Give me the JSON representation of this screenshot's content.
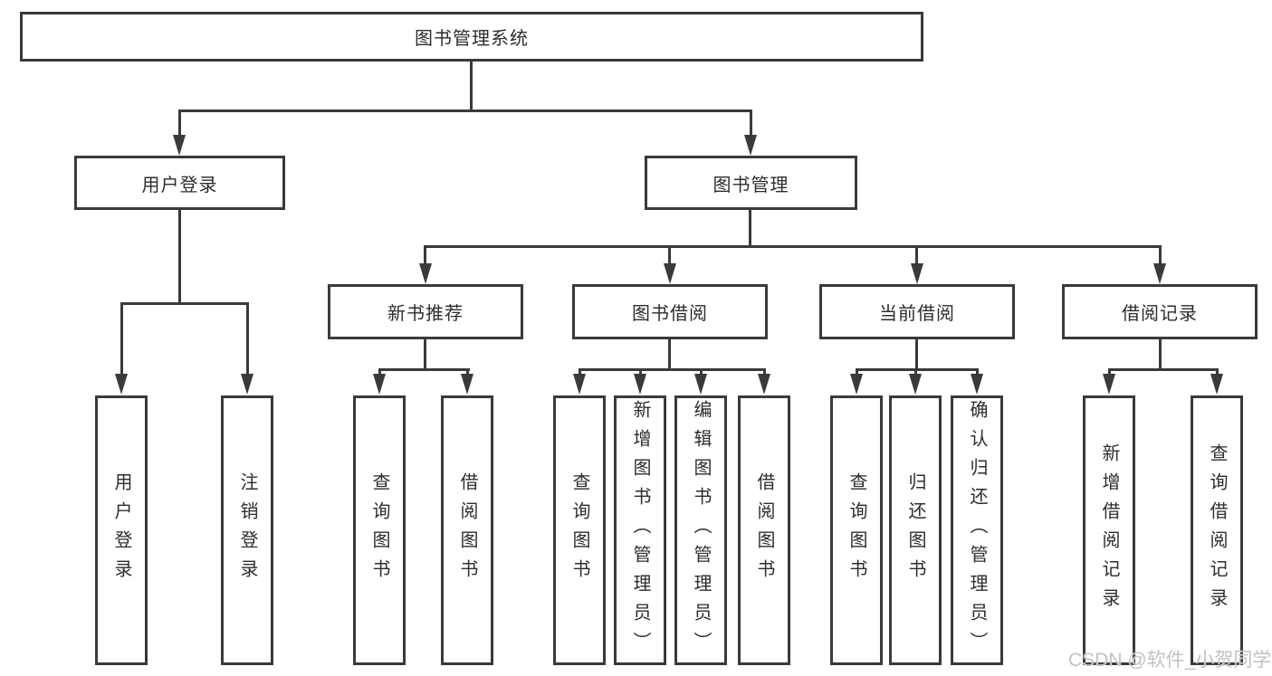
{
  "diagram": {
    "title": "图书管理系统",
    "type": "functional-structure-tree",
    "watermark": "CSDN @软件_小贺同学",
    "colors": {
      "line": "#3a3a3a",
      "border": "#3a3a3a",
      "text": "#2d2d2d",
      "background": "#ffffff",
      "watermark": "#c2c2c2"
    },
    "nodes": {
      "root": {
        "label": "图书管理系统"
      },
      "level2": [
        {
          "label": "用户登录",
          "parent": "图书管理系统"
        },
        {
          "label": "图书管理",
          "parent": "图书管理系统"
        }
      ],
      "level3": [
        {
          "label": "新书推荐",
          "parent": "图书管理"
        },
        {
          "label": "图书借阅",
          "parent": "图书管理"
        },
        {
          "label": "当前借阅",
          "parent": "图书管理"
        },
        {
          "label": "借阅记录",
          "parent": "图书管理"
        }
      ],
      "leaves": [
        {
          "label": "用户登录",
          "parent": "用户登录"
        },
        {
          "label": "注销登录",
          "parent": "用户登录"
        },
        {
          "label": "查询图书",
          "parent": "新书推荐"
        },
        {
          "label": "借阅图书",
          "parent": "新书推荐"
        },
        {
          "label": "查询图书",
          "parent": "图书借阅"
        },
        {
          "label": "新增图书（管理员）",
          "parent": "图书借阅"
        },
        {
          "label": "编辑图书（管理员）",
          "parent": "图书借阅"
        },
        {
          "label": "借阅图书",
          "parent": "图书借阅"
        },
        {
          "label": "查询图书",
          "parent": "当前借阅"
        },
        {
          "label": "归还图书",
          "parent": "当前借阅"
        },
        {
          "label": "确认归还（管理员）",
          "parent": "当前借阅"
        },
        {
          "label": "新增借阅记录",
          "parent": "借阅记录"
        },
        {
          "label": "查询借阅记录",
          "parent": "借阅记录"
        }
      ]
    }
  }
}
